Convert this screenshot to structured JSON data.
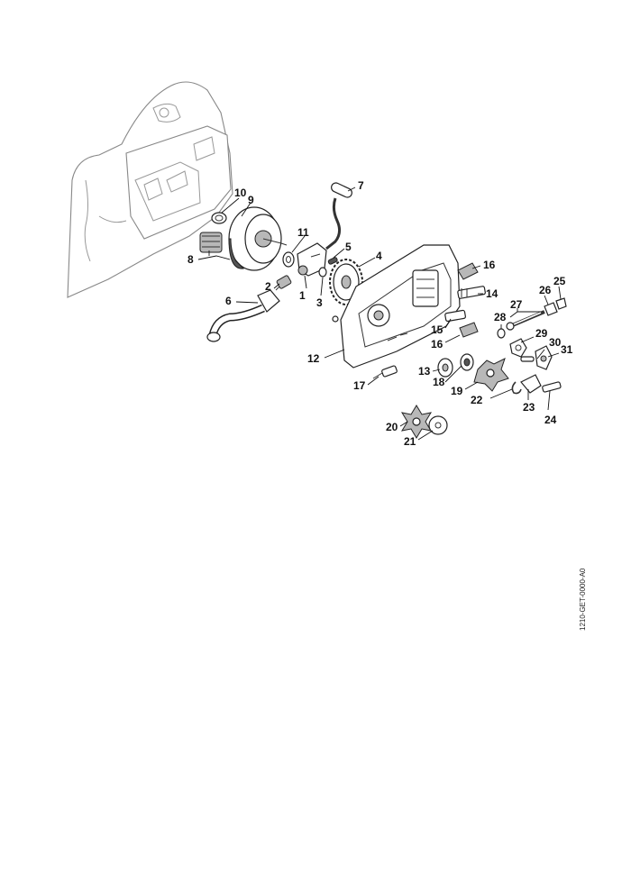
{
  "drawing_code": "1210-GET-0000-A0",
  "callouts": [
    {
      "id": "c1",
      "text": "1"
    },
    {
      "id": "c2",
      "text": "2"
    },
    {
      "id": "c3",
      "text": "3"
    },
    {
      "id": "c4",
      "text": "4"
    },
    {
      "id": "c5",
      "text": "5"
    },
    {
      "id": "c6",
      "text": "6"
    },
    {
      "id": "c7",
      "text": "7"
    },
    {
      "id": "c8",
      "text": "8"
    },
    {
      "id": "c9",
      "text": "9"
    },
    {
      "id": "c10",
      "text": "10"
    },
    {
      "id": "c11",
      "text": "11"
    },
    {
      "id": "c12",
      "text": "12"
    },
    {
      "id": "c13",
      "text": "13"
    },
    {
      "id": "c14",
      "text": "14"
    },
    {
      "id": "c15",
      "text": "15"
    },
    {
      "id": "c16a",
      "text": "16"
    },
    {
      "id": "c16b",
      "text": "16"
    },
    {
      "id": "c17",
      "text": "17"
    },
    {
      "id": "c18",
      "text": "18"
    },
    {
      "id": "c19",
      "text": "19"
    },
    {
      "id": "c20",
      "text": "20"
    },
    {
      "id": "c21",
      "text": "21"
    },
    {
      "id": "c22",
      "text": "22"
    },
    {
      "id": "c23",
      "text": "23"
    },
    {
      "id": "c24",
      "text": "24"
    },
    {
      "id": "c25",
      "text": "25"
    },
    {
      "id": "c26",
      "text": "26"
    },
    {
      "id": "c27",
      "text": "27"
    },
    {
      "id": "c28",
      "text": "28"
    },
    {
      "id": "c29",
      "text": "29"
    },
    {
      "id": "c30",
      "text": "30"
    },
    {
      "id": "c31",
      "text": "31"
    }
  ]
}
